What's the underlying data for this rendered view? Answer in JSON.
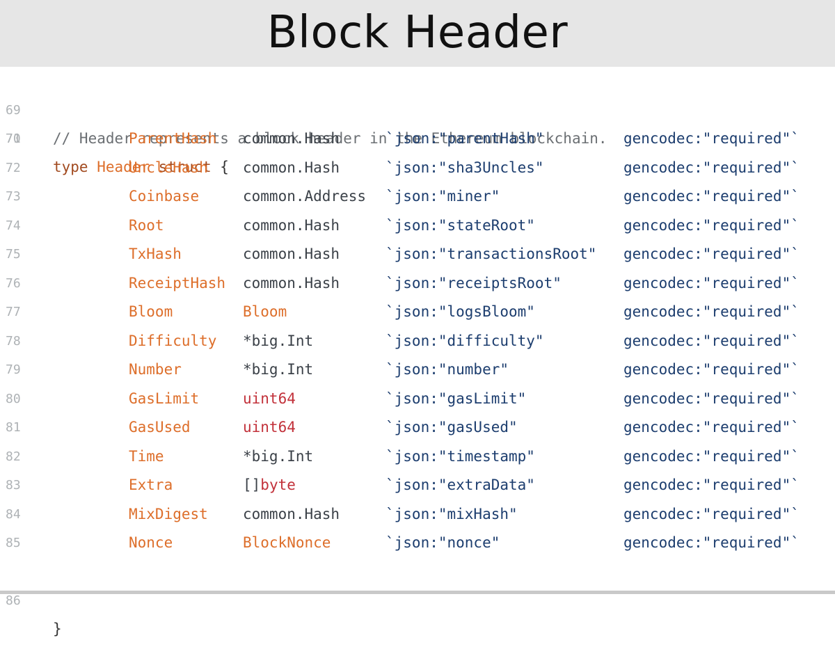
{
  "title": "Block Header",
  "colors": {
    "title_bar_bg": "#e6e6e6",
    "comment": "#6b6f73",
    "keyword": "#a14a1f",
    "field_name": "#dd6e2a",
    "builtin_type": "#c2313a",
    "tag": "#1c3d6e",
    "line_number": "#aeb2b5"
  },
  "code": {
    "comment_line": {
      "number": "69",
      "text": "// Header represents a block header in the Ethereum blockchain."
    },
    "decl_line": {
      "number": "70",
      "kw_type": "type",
      "type_name": "Header",
      "kw_struct": "struct",
      "open_brace": "{"
    },
    "fields": [
      {
        "number": "71",
        "name": "ParentHash",
        "type": "common.Hash",
        "type_kind": "plain",
        "tag": "`json:\"parentHash\"",
        "gencodec": "gencodec:\"required\"`"
      },
      {
        "number": "72",
        "name": "UncleHash",
        "type": "common.Hash",
        "type_kind": "plain",
        "tag": "`json:\"sha3Uncles\"",
        "gencodec": "gencodec:\"required\"`"
      },
      {
        "number": "73",
        "name": "Coinbase",
        "type": "common.Address",
        "type_kind": "plain",
        "tag": "`json:\"miner\"",
        "gencodec": "gencodec:\"required\"`"
      },
      {
        "number": "74",
        "name": "Root",
        "type": "common.Hash",
        "type_kind": "plain",
        "tag": "`json:\"stateRoot\"",
        "gencodec": "gencodec:\"required\"`"
      },
      {
        "number": "75",
        "name": "TxHash",
        "type": "common.Hash",
        "type_kind": "plain",
        "tag": "`json:\"transactionsRoot\"",
        "gencodec": "gencodec:\"required\"`"
      },
      {
        "number": "76",
        "name": "ReceiptHash",
        "type": "common.Hash",
        "type_kind": "plain",
        "tag": "`json:\"receiptsRoot\"",
        "gencodec": "gencodec:\"required\"`"
      },
      {
        "number": "77",
        "name": "Bloom",
        "type": "Bloom",
        "type_kind": "local",
        "tag": "`json:\"logsBloom\"",
        "gencodec": "gencodec:\"required\"`"
      },
      {
        "number": "78",
        "name": "Difficulty",
        "type": "*big.Int",
        "type_kind": "plain",
        "tag": "`json:\"difficulty\"",
        "gencodec": "gencodec:\"required\"`"
      },
      {
        "number": "79",
        "name": "Number",
        "type": "*big.Int",
        "type_kind": "plain",
        "tag": "`json:\"number\"",
        "gencodec": "gencodec:\"required\"`"
      },
      {
        "number": "80",
        "name": "GasLimit",
        "type": "uint64",
        "type_kind": "builtin",
        "tag": "`json:\"gasLimit\"",
        "gencodec": "gencodec:\"required\"`"
      },
      {
        "number": "81",
        "name": "GasUsed",
        "type": "uint64",
        "type_kind": "builtin",
        "tag": "`json:\"gasUsed\"",
        "gencodec": "gencodec:\"required\"`"
      },
      {
        "number": "82",
        "name": "Time",
        "type": "*big.Int",
        "type_kind": "plain",
        "tag": "`json:\"timestamp\"",
        "gencodec": "gencodec:\"required\"`"
      },
      {
        "number": "83",
        "name": "Extra",
        "type_prefix": "[]",
        "type": "byte",
        "type_kind": "builtin",
        "tag": "`json:\"extraData\"",
        "gencodec": "gencodec:\"required\"`"
      },
      {
        "number": "84",
        "name": "MixDigest",
        "type": "common.Hash",
        "type_kind": "plain",
        "tag": "`json:\"mixHash\"",
        "gencodec": "gencodec:\"required\"`"
      },
      {
        "number": "85",
        "name": "Nonce",
        "type": "BlockNonce",
        "type_kind": "local",
        "tag": "`json:\"nonce\"",
        "gencodec": "gencodec:\"required\"`"
      }
    ],
    "close_line": {
      "number": "86",
      "text": "}"
    }
  }
}
